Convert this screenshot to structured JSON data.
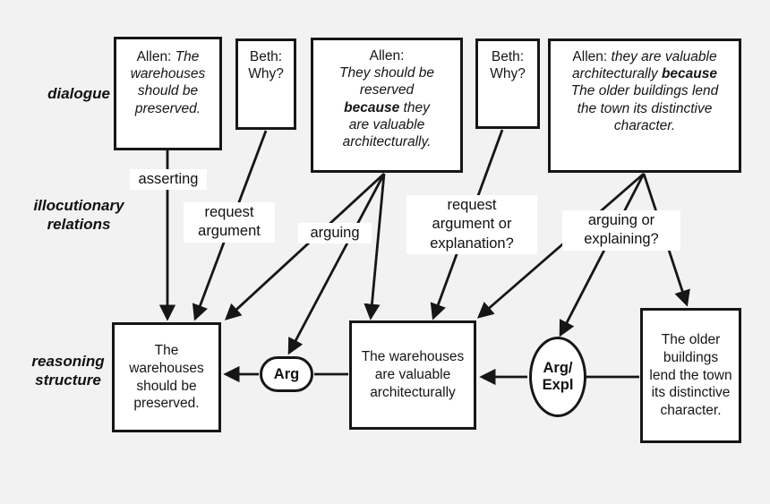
{
  "row_labels": {
    "dialogue": "dialogue",
    "illocutionary": "illocutionary\nrelations",
    "reasoning": "reasoning\nstructure"
  },
  "dialogue_boxes": [
    {
      "id": "allen-1",
      "segments": [
        {
          "text": "Allen: ",
          "style": "plain"
        },
        {
          "text": "The warehouses should be preserved.",
          "style": "italic"
        }
      ]
    },
    {
      "id": "beth-1",
      "segments": [
        {
          "text": "Beth: Why?",
          "style": "plain"
        }
      ]
    },
    {
      "id": "allen-2",
      "segments": [
        {
          "text": "Allen:",
          "style": "plain-block"
        },
        {
          "text": "They should be reserved ",
          "style": "italic"
        },
        {
          "text": "because",
          "style": "bold-italic"
        },
        {
          "text": " they are valuable architecturally.",
          "style": "italic"
        }
      ]
    },
    {
      "id": "beth-2",
      "segments": [
        {
          "text": "Beth: Why?",
          "style": "plain"
        }
      ]
    },
    {
      "id": "allen-3",
      "segments": [
        {
          "text": "Allen: ",
          "style": "plain"
        },
        {
          "text": "they are valuable architecturally ",
          "style": "italic"
        },
        {
          "text": "because",
          "style": "bold-italic"
        },
        {
          "text": " The older buildings lend the town its distinctive character.",
          "style": "italic"
        }
      ]
    }
  ],
  "relation_labels": [
    {
      "id": "asserting",
      "text": "asserting"
    },
    {
      "id": "request-argument",
      "text": "request\nargument"
    },
    {
      "id": "arguing",
      "text": "arguing"
    },
    {
      "id": "request-argument-or-explanation",
      "text": "request\nargument or\nexplanation?"
    },
    {
      "id": "arguing-or-explaining",
      "text": "arguing or\nexplaining?"
    }
  ],
  "reasoning_boxes": [
    {
      "id": "warehouses-preserved",
      "text": "The warehouses should be preserved."
    },
    {
      "id": "valuable-architecturally",
      "text": "The warehouses are valuable architecturally"
    },
    {
      "id": "older-buildings",
      "text": "The older buildings lend the town its distinctive character."
    }
  ],
  "connectors": [
    {
      "id": "arg",
      "text": "Arg"
    },
    {
      "id": "arg-expl",
      "text": "Arg/\nExpl"
    }
  ],
  "colors": {
    "background": "#f2f2f2",
    "box_fill": "#ffffff",
    "stroke": "#161616"
  }
}
